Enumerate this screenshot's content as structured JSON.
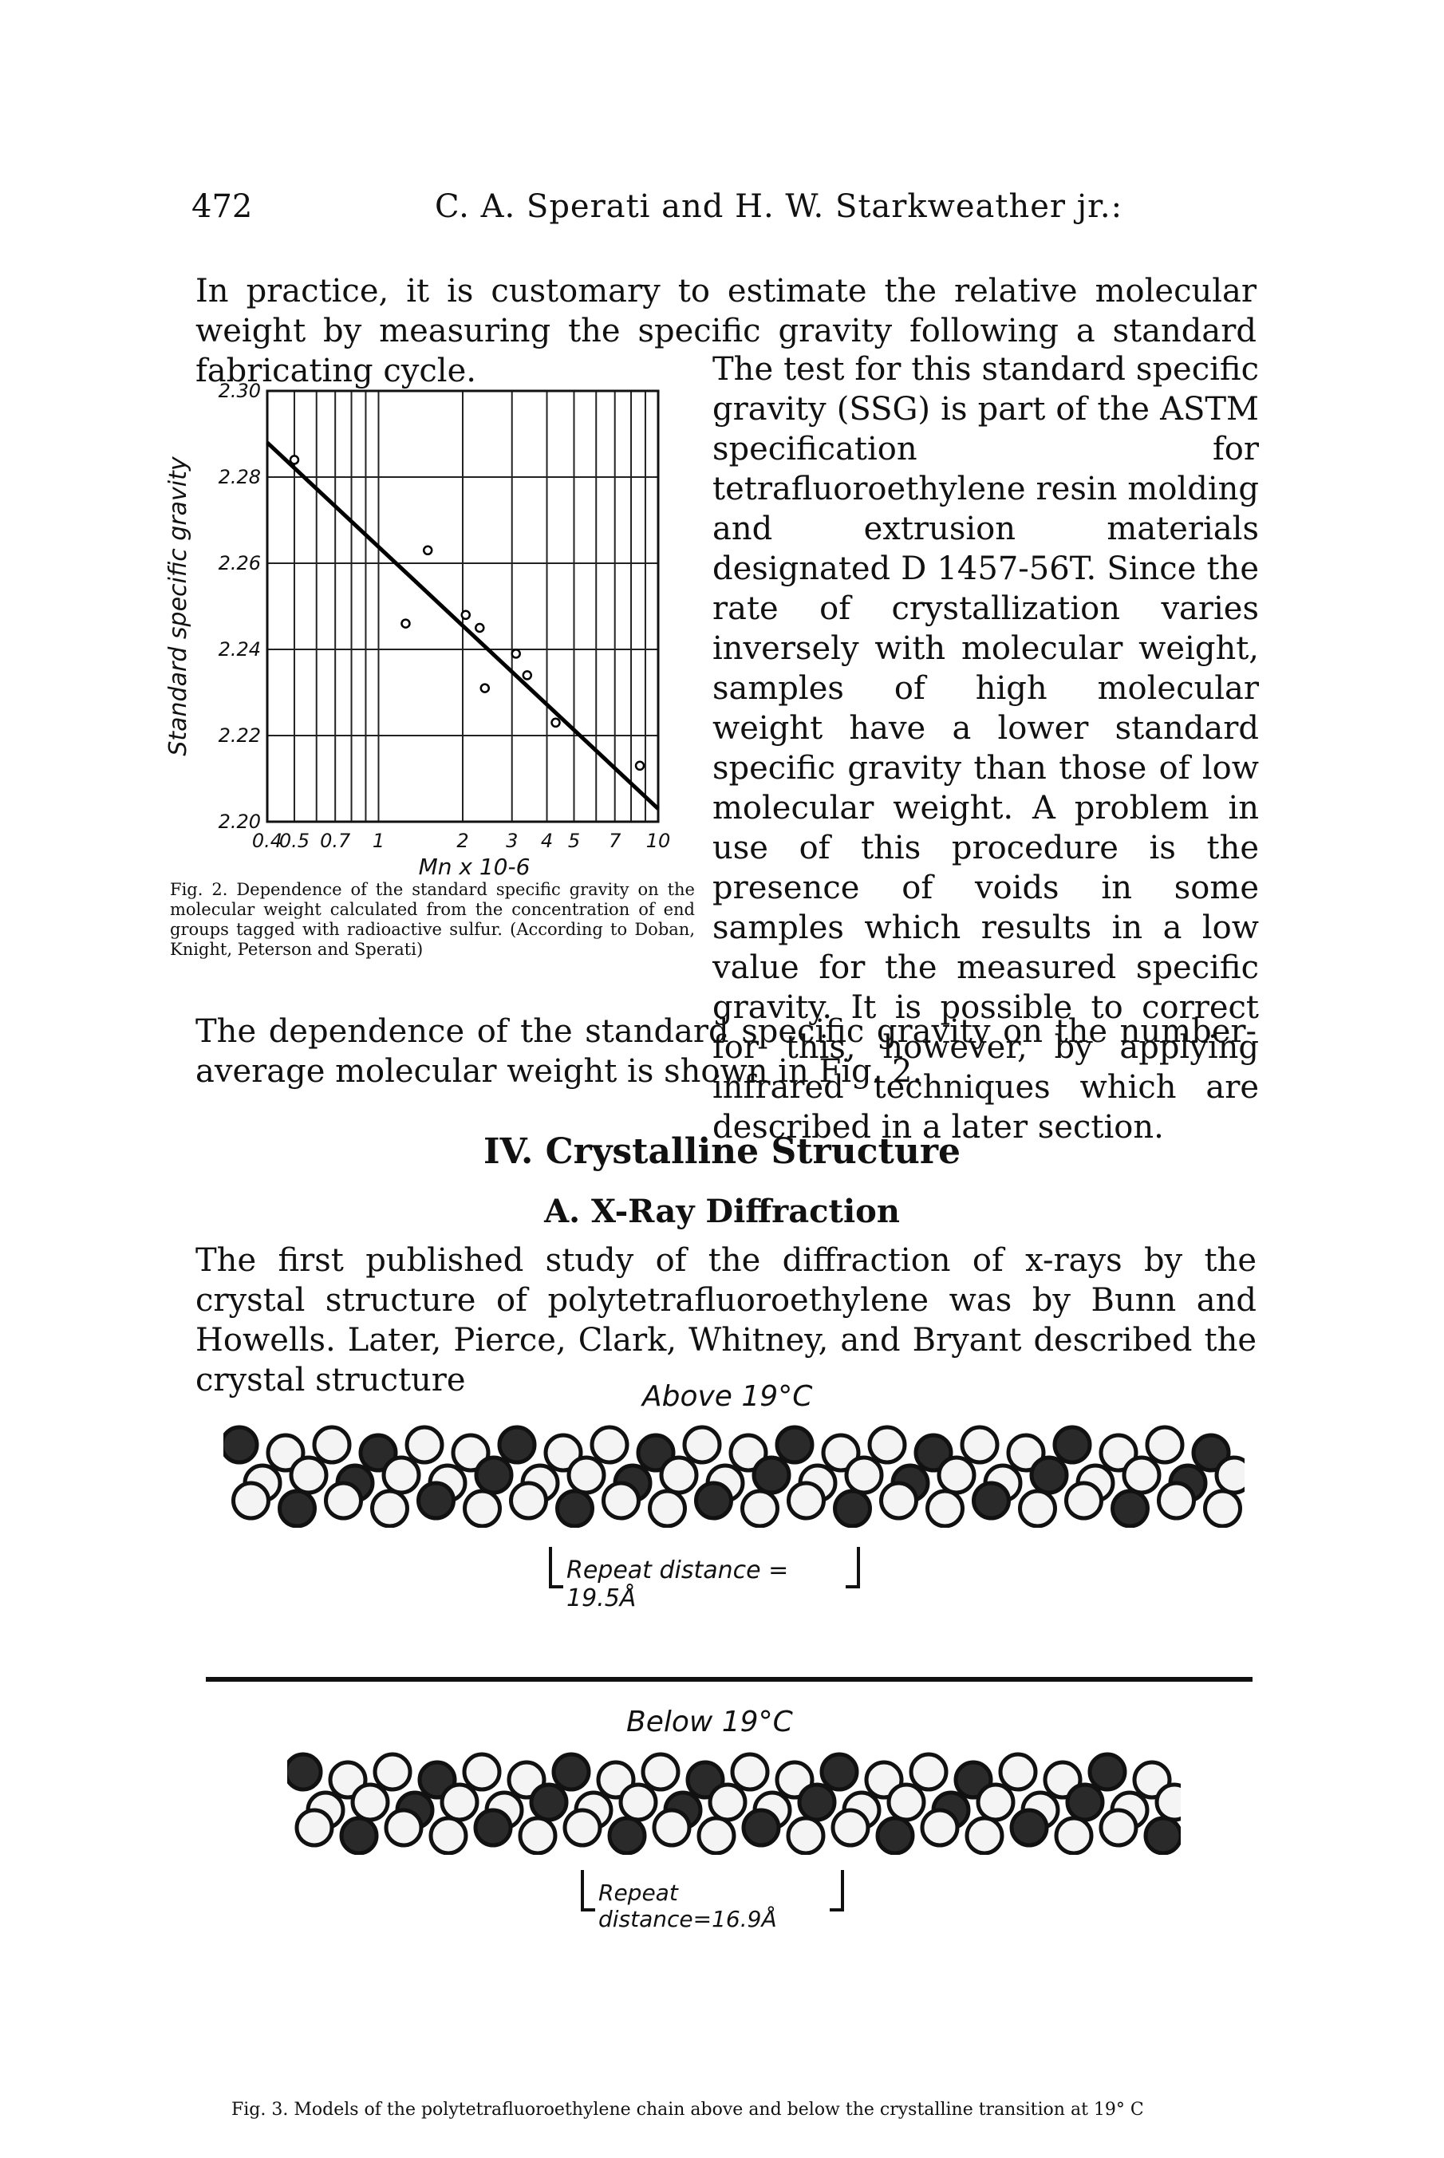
{
  "header": {
    "page_number": "472",
    "authors": "C. A. Sperati and H. W. Starkweather jr.:"
  },
  "paragraphs": {
    "intro": "In practice, it is customary to estimate the relative molecular weight by measuring the specific gravity following a standard fabricating cycle.",
    "wrap": "The test for this standard specific gravity (SSG) is part of the ASTM specification for tetrafluoroethylene resin molding and extrusion materials designated D 1457-56T. Since the rate of crystallization varies inversely with molecular weight, samples of high molecular weight have a lower standard specific gravity than those of low molecular weight. A problem in use of this procedure is the presence of voids in some samples which results in a low value for the measured specific gravity. It is possible to correct for this, however, by applying infrared techniques which are described in a later section.",
    "after": "The dependence of the standard specific gravity on the number-average molecular weight is shown in Fig. 2."
  },
  "section": {
    "heading": "IV. Crystalline Structure",
    "subheading": "A. X-Ray Diffraction",
    "text": "The first published study of the diffraction of x-rays by the crystal structure of polytetrafluoroethylene was by Bunn and Howells. Later, Pierce, Clark, Whitney, and Bryant described the crystal structure"
  },
  "figure2": {
    "caption": "Fig. 2. Dependence of the standard specific gravity on the molecular weight calculated from the concentration of end groups tagged with radioactive sulfur. (According to Doban, Knight, Peterson and Sperati)"
  },
  "chart_data": {
    "type": "scatter",
    "xscale": "log",
    "xlabel": "Mn x 10-6",
    "ylabel": "Standard specific gravity",
    "xlim": [
      0.4,
      10
    ],
    "ylim": [
      2.2,
      2.3
    ],
    "x_tick_labels": [
      "0.4",
      "0.5",
      "0.7",
      "1",
      "2",
      "3",
      "4",
      "5",
      "7",
      "10"
    ],
    "y_tick_labels": [
      "2.20",
      "2.22",
      "2.24",
      "2.26",
      "2.28",
      "2.30"
    ],
    "grid": true,
    "series": [
      {
        "points": [
          {
            "x": 0.5,
            "y": 2.284
          },
          {
            "x": 1.5,
            "y": 2.263
          },
          {
            "x": 1.25,
            "y": 2.246
          },
          {
            "x": 2.05,
            "y": 2.248
          },
          {
            "x": 2.3,
            "y": 2.245
          },
          {
            "x": 3.1,
            "y": 2.239
          },
          {
            "x": 3.4,
            "y": 2.234
          },
          {
            "x": 2.4,
            "y": 2.231
          },
          {
            "x": 4.3,
            "y": 2.223
          },
          {
            "x": 8.6,
            "y": 2.213
          }
        ]
      }
    ],
    "trend_line": [
      {
        "x": 0.4,
        "y": 2.288
      },
      {
        "x": 10,
        "y": 2.203
      }
    ]
  },
  "figure3": {
    "above_label": "Above 19°C",
    "above_repeat": "Repeat distance = 19.5Å",
    "below_label": "Below 19°C",
    "below_repeat": "Repeat distance=16.9Å",
    "caption": "Fig. 3. Models of the polytetrafluoroethylene chain above and below the crystalline transition at 19° C"
  }
}
